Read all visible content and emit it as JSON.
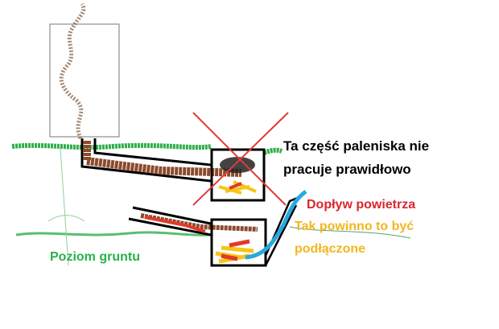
{
  "labels": {
    "problem_line1": "Ta część paleniska nie",
    "problem_line2": "pracuje prawidłowo",
    "air_inlet": "Dopływ powietrza",
    "correct_line1": "Tak powinno to być",
    "correct_line2": "podłączone",
    "ground_level": "Poziom gruntu"
  },
  "colors": {
    "smoke": "#8a6a50",
    "flue": "#8b4a2b",
    "fire_red": "#e03a2a",
    "fire_yellow": "#f5c518",
    "air": "#2aa8e0",
    "ground": "#2fae4a",
    "cross": "#e03a3a"
  }
}
